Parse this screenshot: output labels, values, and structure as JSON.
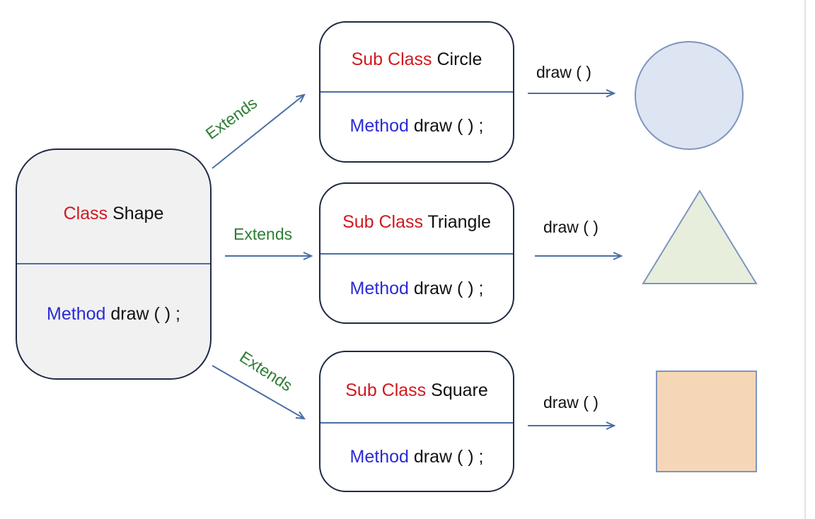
{
  "base_class": {
    "class_keyword": "Class",
    "name": "Shape",
    "method_keyword": "Method",
    "method_signature": "draw ( ) ;"
  },
  "extends_label": "Extends",
  "subclasses": [
    {
      "subclass_keyword": "Sub Class",
      "name": "Circle",
      "method_keyword": "Method",
      "method_signature": "draw ( ) ;",
      "call_label": "draw ( )",
      "shape": "circle",
      "fill": "#dde5f2",
      "stroke": "#7e95bf"
    },
    {
      "subclass_keyword": "Sub Class",
      "name": "Triangle",
      "method_keyword": "Method",
      "method_signature": "draw ( ) ;",
      "call_label": "draw ( )",
      "shape": "triangle",
      "fill": "#e8eedc",
      "stroke": "#7e95bf"
    },
    {
      "subclass_keyword": "Sub Class",
      "name": "Square",
      "method_keyword": "Method",
      "method_signature": "draw ( ) ;",
      "call_label": "draw ( )",
      "shape": "square",
      "fill": "#f5d7b8",
      "stroke": "#7e95bf"
    }
  ],
  "colors": {
    "keyword_class": "#d0191f",
    "keyword_method": "#2b2bd6",
    "extends_text": "#2e7d32",
    "arrow": "#4a6fa5",
    "text": "#111111"
  }
}
